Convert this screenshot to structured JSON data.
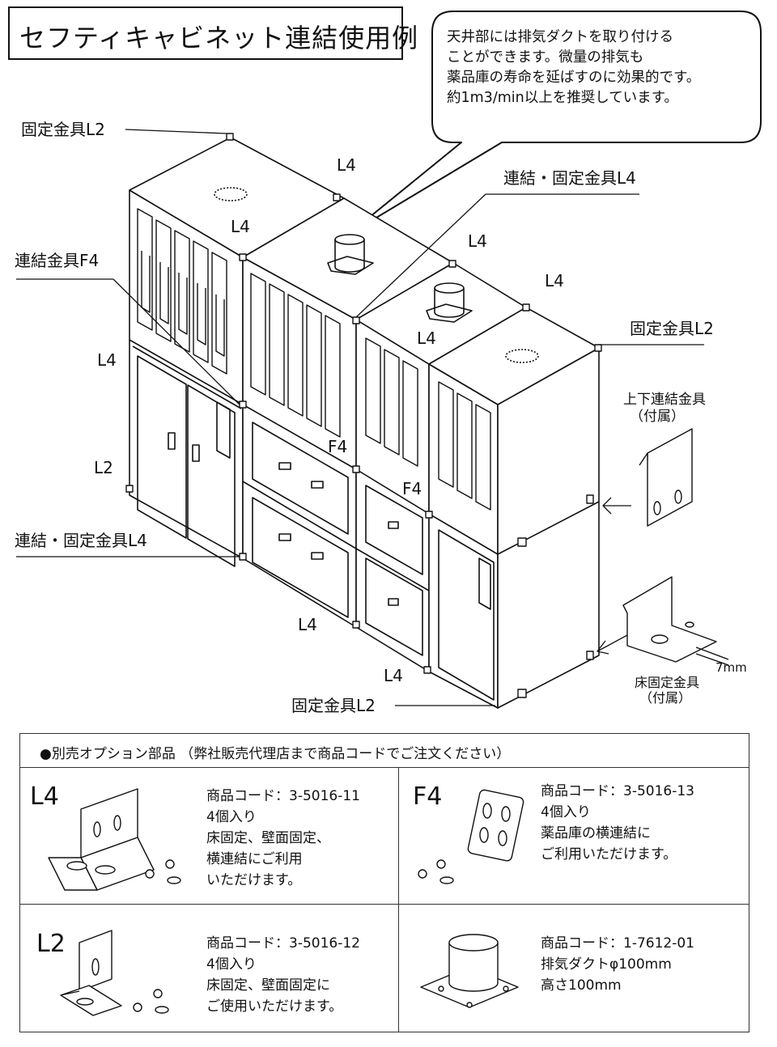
{
  "title": "セフティキャビネット連結使用例",
  "callout": {
    "lines": [
      "天井部には排気ダクトを取り付ける",
      "ことができます。微量の排気も",
      "薬品庫の寿命を延ばすのに効果的です。",
      "約1m3/min以上を推奨しています。"
    ]
  },
  "diagram_labels": {
    "fixed_l2_top_left": "固定金具L2",
    "l4_top": "L4",
    "connect_fixed_l4_top": "連結・固定金具L4",
    "l4_a": "L4",
    "l4_b": "L4",
    "l4_c": "L4",
    "connect_f4": "連結金具F4",
    "l4_d": "L4",
    "fixed_l2_right": "固定金具L2",
    "l4_left": "L4",
    "upper_lower_connect_1": "上下連結金具",
    "upper_lower_connect_2": "（付属）",
    "f4_a": "F4",
    "f4_b": "F4",
    "l2_left": "L2",
    "connect_fixed_l4_bottom": "連結・固定金具L4",
    "l4_bottom_a": "L4",
    "l4_bottom_b": "L4",
    "fixed_l2_bottom": "固定金具L2",
    "floor_fixed_1": "床固定金具",
    "floor_fixed_2": "（付属）",
    "dim_7mm": "7mm"
  },
  "parts": {
    "header": "●別売オプション部品 （弊社販売代理店まで商品コードでご注文ください）",
    "l4": {
      "name": "L4",
      "lines": [
        "商品コード：3-5016-11",
        "4個入り",
        "床固定、壁面固定、",
        "横連結にご利用",
        "いただけます。"
      ]
    },
    "f4": {
      "name": "F4",
      "lines": [
        "商品コード：3-5016-13",
        "4個入り",
        "薬品庫の横連結に",
        "ご利用いただけます。"
      ]
    },
    "l2": {
      "name": "L2",
      "lines": [
        "商品コード：3-5016-12",
        "4個入り",
        "床固定、壁面固定に",
        "ご使用いただけます。"
      ]
    },
    "duct": {
      "lines": [
        "商品コード：1-7612-01",
        "排気ダクトφ100mm",
        "高さ100mm"
      ]
    }
  }
}
